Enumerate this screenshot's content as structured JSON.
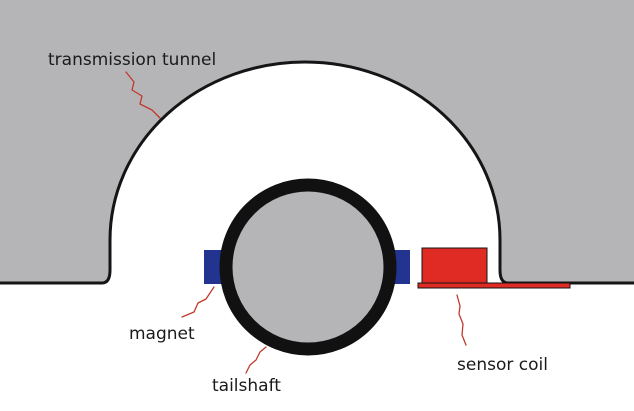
{
  "labels": {
    "transmission_tunnel": "transmission tunnel",
    "magnet": "magnet",
    "tailshaft": "tailshaft",
    "sensor_coil": "sensor coil"
  },
  "colors": {
    "body_gray": "#b5b5b8",
    "tunnel_interior": "#ffffff",
    "outline": "#151515",
    "shaft_ring": "#111111",
    "shaft_fill": "#b5b5b8",
    "magnet": "#22348f",
    "sensor_coil": "#e02a24",
    "leader_line": "#c0392b"
  }
}
